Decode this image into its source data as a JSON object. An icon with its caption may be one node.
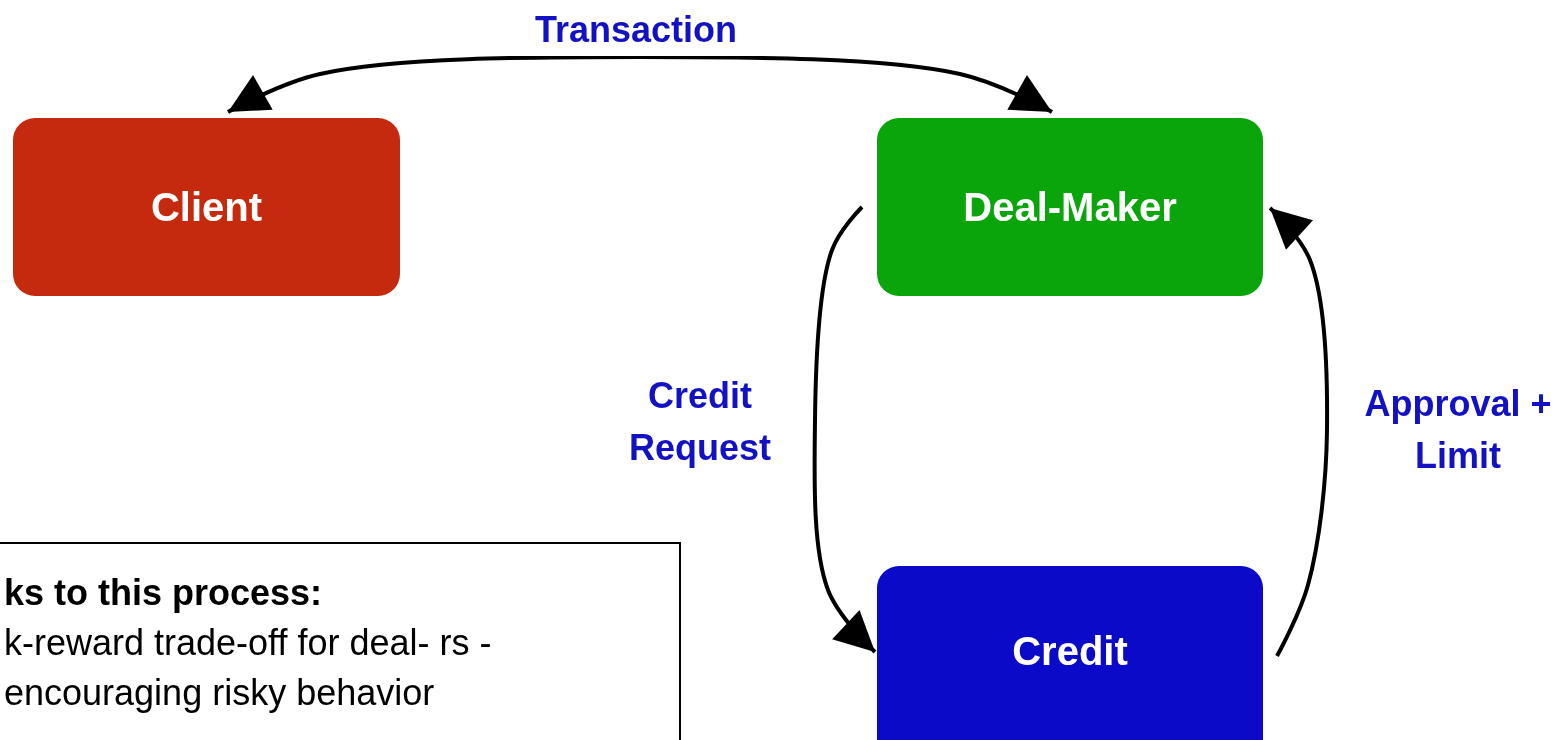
{
  "diagram": {
    "nodes": [
      {
        "text": [
          "Client"
        ]
      },
      {
        "text": [
          "Deal-Maker"
        ]
      },
      {
        "text": [
          "Credit"
        ]
      },
      {
        "text": [
          "ks to this process:",
          "k-reward trade-off for deal- rs - encouraging risky behavior"
        ]
      }
    ],
    "edges": [
      {
        "from": 0,
        "to": 1,
        "arrow": "both",
        "label": "Transaction"
      },
      {
        "from": 1,
        "to": 2,
        "arrow": "to",
        "label": "Credit Request"
      },
      {
        "from": 2,
        "to": 1,
        "arrow": "to",
        "label": "Approval + Limit"
      }
    ]
  }
}
